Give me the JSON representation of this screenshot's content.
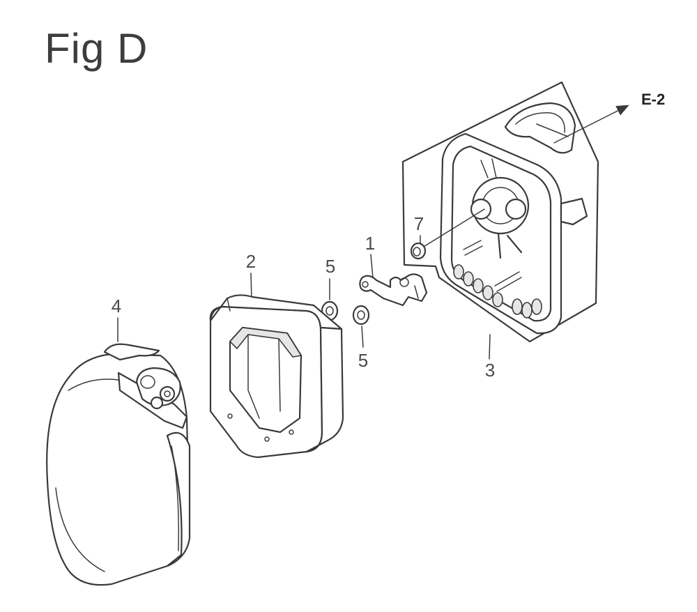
{
  "figure": {
    "title": "Fig D"
  },
  "callouts": {
    "part_1": "1",
    "part_2": "2",
    "part_3": "3",
    "part_4": "4",
    "part_5a": "5",
    "part_5b": "5",
    "part_7": "7"
  },
  "reference": {
    "label": "E-2"
  }
}
